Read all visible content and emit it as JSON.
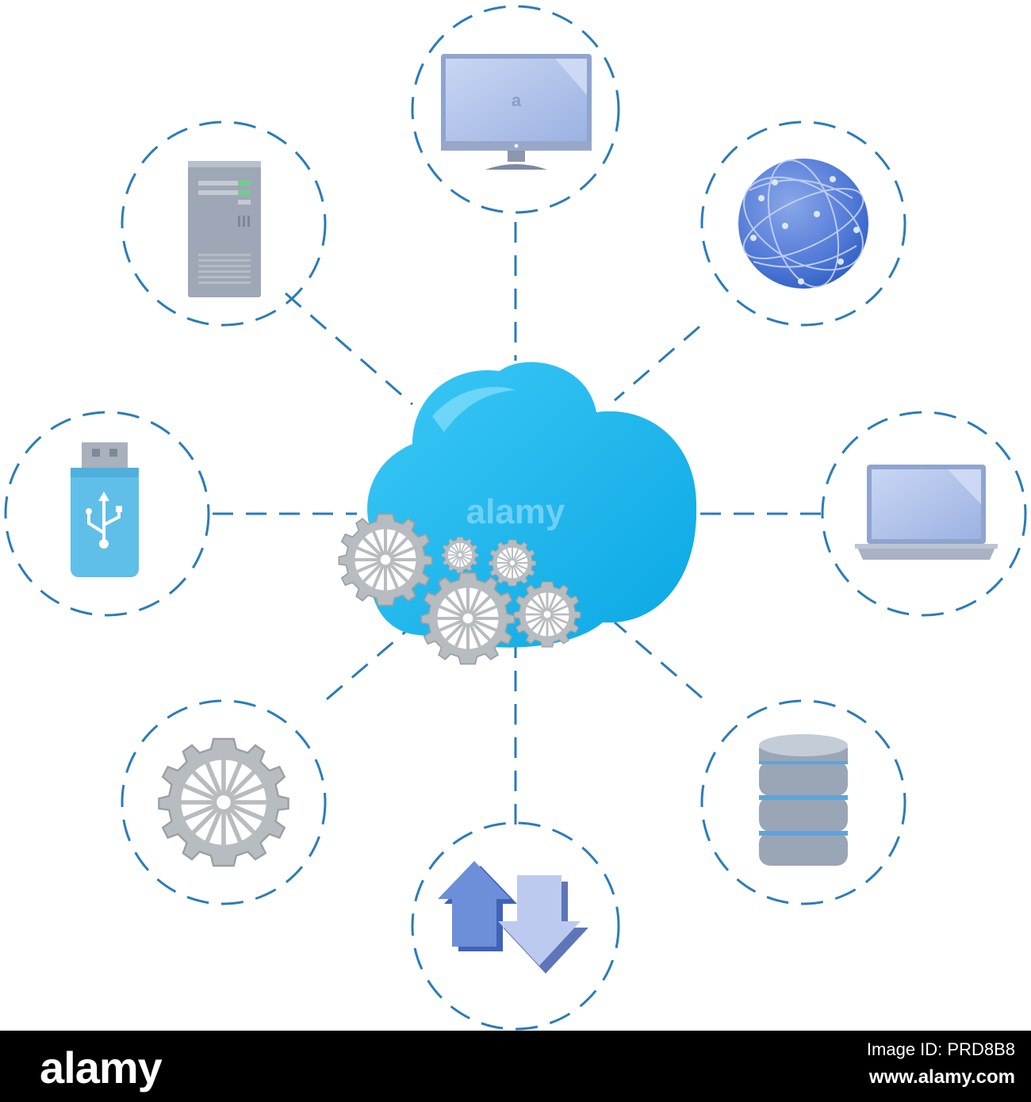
{
  "colors": {
    "dash": "#2a7cb8",
    "cloud": "#11b5ee",
    "gear": "#b7bcc0",
    "device": "#a5b9e6"
  },
  "nodes": [
    {
      "name": "monitor-icon"
    },
    {
      "name": "globe-icon"
    },
    {
      "name": "laptop-icon"
    },
    {
      "name": "database-icon"
    },
    {
      "name": "upload-download-arrows-icon"
    },
    {
      "name": "gear-icon"
    },
    {
      "name": "usb-drive-icon"
    },
    {
      "name": "server-tower-icon"
    }
  ],
  "center": {
    "name": "cloud-gears-icon",
    "watermark": "alamy"
  },
  "monitor_watermark": "a",
  "footer": {
    "logo": "alamy",
    "image_id_line": "Image ID: PRD8B8",
    "site_line": "www.alamy.com"
  }
}
